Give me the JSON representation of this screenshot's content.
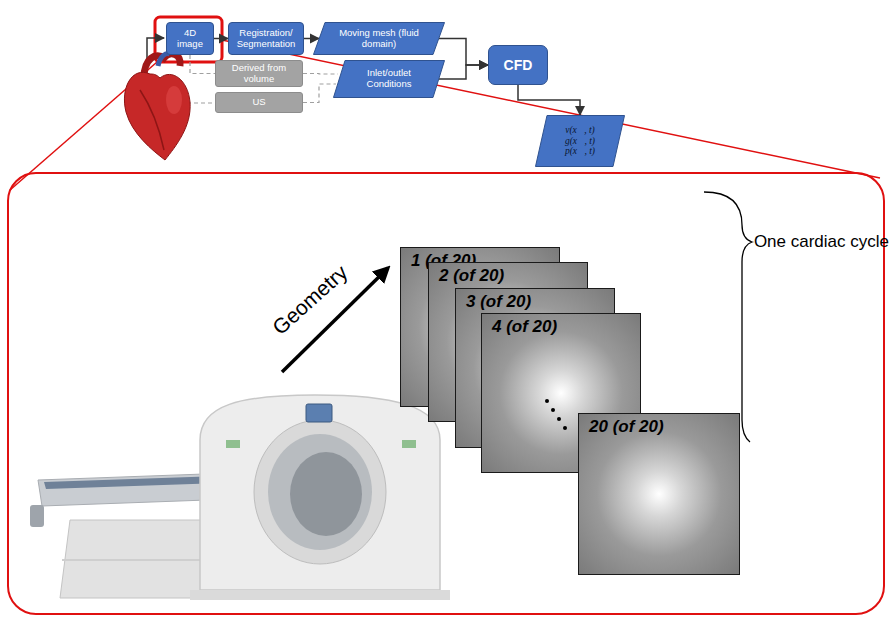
{
  "diagram": {
    "nodes": [
      {
        "text": [
          "4D image"
        ]
      },
      {
        "text": [
          "Registration/ Segmentation"
        ]
      },
      {
        "text": [
          "Moving mesh (fluid domain)"
        ]
      },
      {
        "text": [
          "Derived from volume"
        ]
      },
      {
        "text": [
          "US"
        ]
      },
      {
        "text": [
          "Inlet/outlet Conditions"
        ]
      },
      {
        "text": [
          "CFD"
        ]
      },
      {
        "text": [
          "v(x⃗, t)",
          "g(x⃗, t)",
          "p(x⃗, t)"
        ]
      },
      {
        "text": [
          "1 (of 20)"
        ]
      },
      {
        "text": [
          "2 (of 20)"
        ]
      },
      {
        "text": [
          "3 (of 20)"
        ]
      },
      {
        "text": [
          "4 (of 20)"
        ]
      },
      {
        "text": [
          "20 (of 20)"
        ]
      }
    ],
    "edges": [
      {
        "from": 0,
        "to": 1,
        "arrow": "to"
      },
      {
        "from": 1,
        "to": 2,
        "arrow": "to"
      },
      {
        "from": 2,
        "to": 6,
        "arrow": "to"
      },
      {
        "from": 5,
        "to": 6,
        "arrow": "to"
      },
      {
        "from": 6,
        "to": 7,
        "arrow": "to"
      },
      {
        "from": 0,
        "to": 3,
        "arrow": "none"
      },
      {
        "from": 3,
        "to": 5,
        "arrow": "none"
      },
      {
        "from": 4,
        "to": 5,
        "arrow": "none"
      }
    ],
    "labels": [
      "Geometry",
      "One cardiac cycle"
    ]
  }
}
